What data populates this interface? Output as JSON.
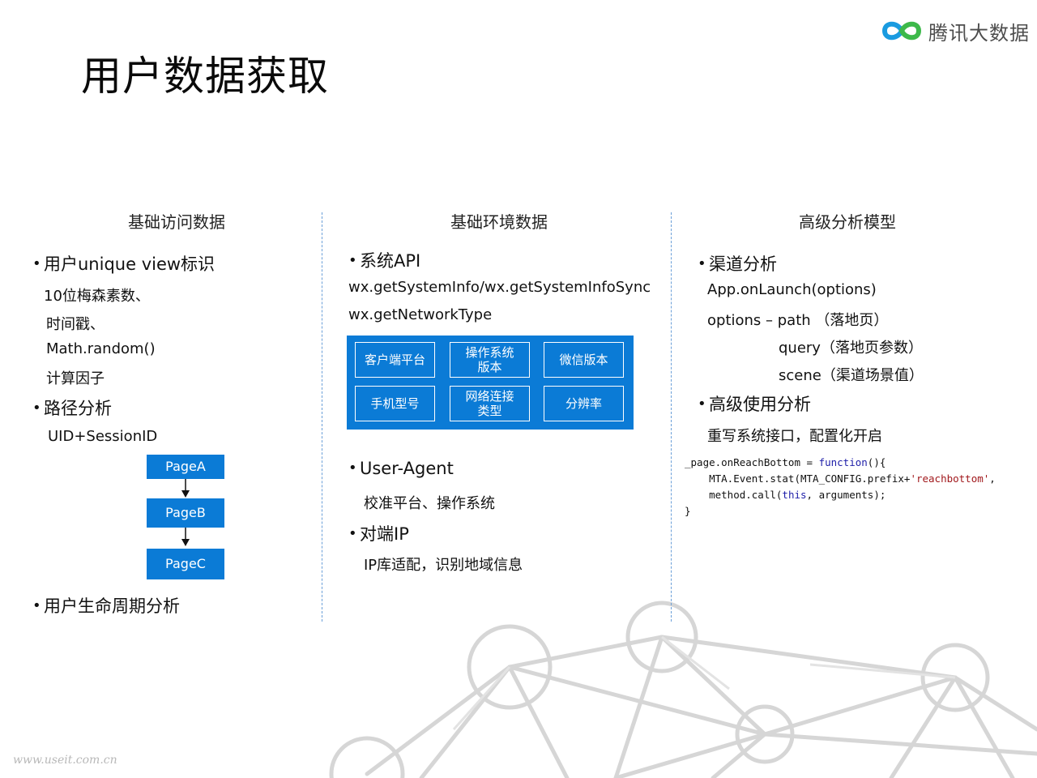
{
  "slide": {
    "title": "用户数据获取",
    "logo_text": "腾讯大数据",
    "watermark": "www.useit.com.cn"
  },
  "colors": {
    "accent_blue": "#0b7bd6",
    "divider": "#6a9fd8",
    "logo_blue": "#1a9be0",
    "logo_green": "#3db94a",
    "network_art": "#d4d4d4"
  },
  "columns": [
    {
      "header": "基础访问数据",
      "sections": [
        {
          "bullet": "用户unique view标识",
          "lines": [
            "10位梅森素数、",
            "时间戳、",
            "Math.random()",
            "计算因子"
          ]
        },
        {
          "bullet": "路径分析",
          "lines": [
            "UID+SessionID"
          ],
          "flow": [
            "PageA",
            "PageB",
            "PageC"
          ]
        },
        {
          "bullet": "用户生命周期分析",
          "lines": []
        }
      ]
    },
    {
      "header": "基础环境数据",
      "sections": [
        {
          "bullet": "系统API",
          "lines": [
            "wx.getSystemInfo/wx.getSystemInfoSync",
            "wx.getNetworkType"
          ],
          "grid": [
            [
              "客户端平台",
              "操作系统\n版本",
              "微信版本"
            ],
            [
              "手机型号",
              "网络连接\n类型",
              "分辨率"
            ]
          ]
        },
        {
          "bullet": "User-Agent",
          "lines": [
            "校准平台、操作系统"
          ]
        },
        {
          "bullet": "对端IP",
          "lines": [
            "IP库适配，识别地域信息"
          ]
        }
      ]
    },
    {
      "header": "高级分析模型",
      "sections": [
        {
          "bullet": "渠道分析",
          "lines": [
            "App.onLaunch(options)",
            "options – path （落地页）",
            "query（落地页参数）",
            "scene（渠道场景值）"
          ]
        },
        {
          "bullet": "高级使用分析",
          "lines": [
            "重写系统接口，配置化开启"
          ],
          "code": {
            "line1_pre": "_page.onReachBottom = ",
            "line1_kw": "function",
            "line1_post": "(){",
            "line2_pre": "    MTA.Event.stat(MTA_CONFIG.prefix+",
            "line2_str": "'reachbottom'",
            "line2_post": ",",
            "line3_pre": "    method.call(",
            "line3_kw": "this",
            "line3_post": ", arguments);",
            "line4": "}"
          }
        }
      ]
    }
  ]
}
